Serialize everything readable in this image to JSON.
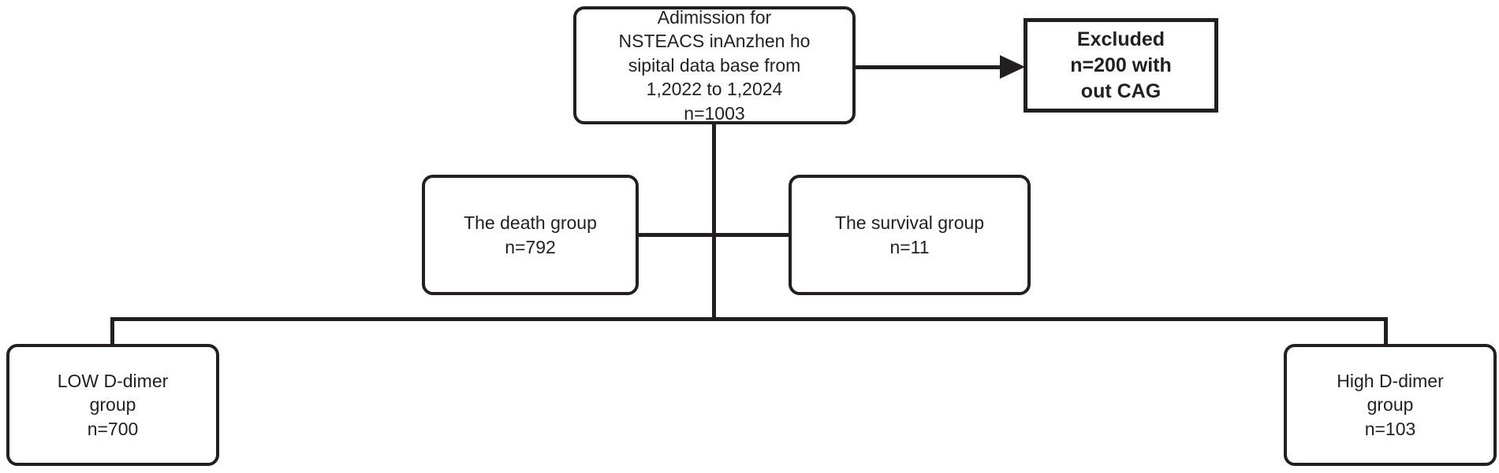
{
  "diagram": {
    "title": "NSTEACS D-dimer study participant flow",
    "type": "flowchart",
    "stroke_color": "#231f20",
    "background_color": "#ffffff",
    "nodes": {
      "admission": {
        "text": "Adimission for\nNSTEACS inAnzhen ho\nsipital data base from\n1,2022 to 1,2024\nn=1003",
        "count_label": "n=1003",
        "count": 1003,
        "shape": "rounded-rectangle"
      },
      "excluded": {
        "text": "Excluded\nn=200 with\nout CAG",
        "count_label": "n=200",
        "count": 200,
        "shape": "rectangle"
      },
      "death_group": {
        "text": "The death group\nn=792",
        "count_label": "n=792",
        "count": 792,
        "shape": "rounded-rectangle"
      },
      "survival_group": {
        "text": "The survival group\nn=11",
        "count_label": "n=11",
        "count": 11,
        "shape": "rounded-rectangle"
      },
      "low_ddimer_group": {
        "text": "LOW D-dimer\ngroup\nn=700",
        "count_label": "n=700",
        "count": 700,
        "shape": "rounded-rectangle"
      },
      "high_ddimer_group": {
        "text": "High D-dimer\ngroup\nn=103",
        "count_label": "n=103",
        "count": 103,
        "shape": "rounded-rectangle"
      }
    },
    "edges": [
      {
        "from": "admission",
        "to": "excluded",
        "style": "arrow",
        "direction": "right"
      },
      {
        "from": "admission",
        "to": "death_group",
        "style": "line",
        "direction": "down-left"
      },
      {
        "from": "admission",
        "to": "survival_group",
        "style": "line",
        "direction": "down-right"
      },
      {
        "from": "admission",
        "to": "low_ddimer_group",
        "style": "line",
        "direction": "down-left"
      },
      {
        "from": "admission",
        "to": "high_ddimer_group",
        "style": "line",
        "direction": "down-right"
      }
    ]
  }
}
